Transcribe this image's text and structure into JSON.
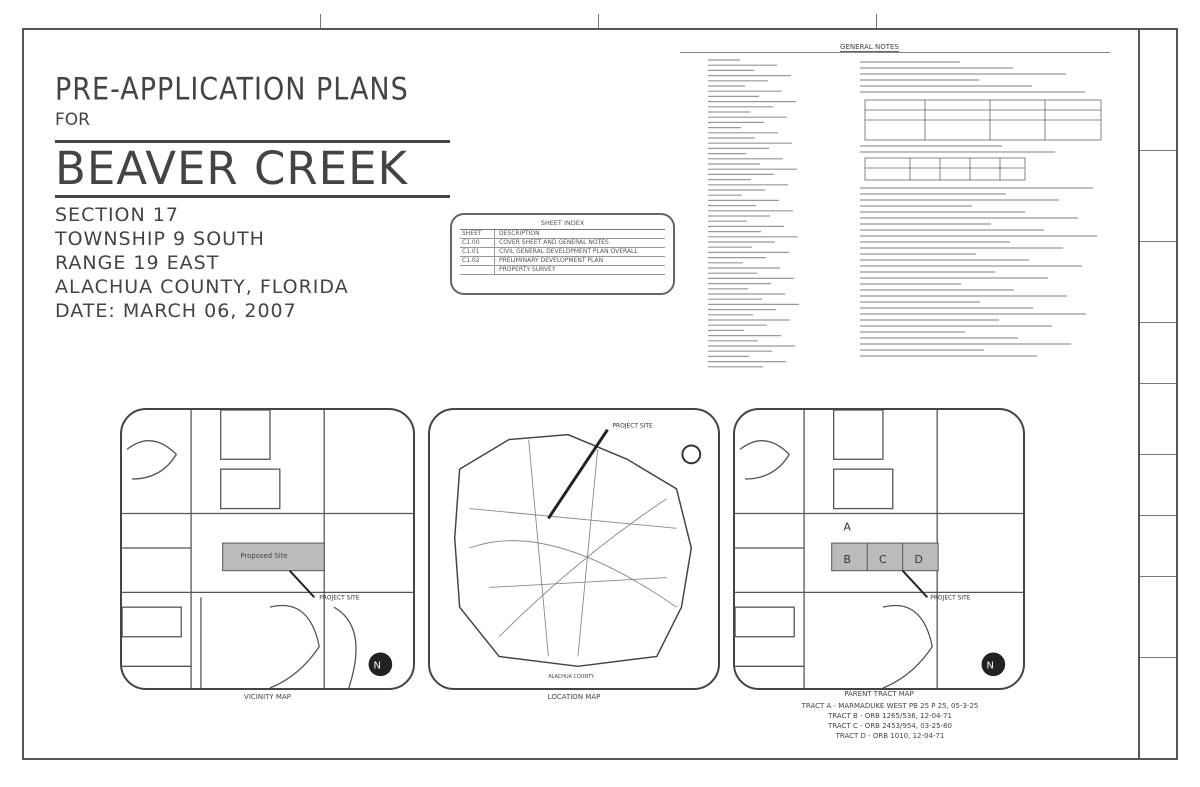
{
  "title": {
    "line1": "PRE-APPLICATION PLANS",
    "line2": "FOR",
    "project": "BEAVER CREEK",
    "details": [
      "SECTION 17",
      "TOWNSHIP 9 SOUTH",
      "RANGE 19 EAST",
      "ALACHUA COUNTY, FLORIDA",
      "DATE: MARCH 06, 2007"
    ]
  },
  "sheet_index": {
    "title": "SHEET INDEX",
    "headers": [
      "SHEET",
      "DESCRIPTION"
    ],
    "rows": [
      [
        "C1.00",
        "COVER SHEET AND GENERAL NOTES"
      ],
      [
        "C1.01",
        "CIVIL GENERAL DEVELOPMENT PLAN OVERALL"
      ],
      [
        "C1.02",
        "PRELIMINARY DEVELOPMENT PLAN"
      ],
      [
        "",
        "PROPERTY SURVEY"
      ]
    ]
  },
  "general_notes": {
    "title": "GENERAL NOTES"
  },
  "maps": {
    "vicinity": {
      "caption": "VICINITY MAP",
      "label": "PROJECT SITE",
      "site_text": "Proposed Site"
    },
    "location": {
      "caption": "LOCATION MAP",
      "label": "PROJECT SITE",
      "county": "ALACHUA COUNTY"
    },
    "parent": {
      "caption": "PARENT TRACT MAP",
      "label": "PROJECT SITE",
      "tract_letters": [
        "A",
        "B",
        "C",
        "D"
      ]
    }
  },
  "tracts": [
    "TRACT A - MARMADUKE WEST PB 25 P 25, 05-3-25",
    "TRACT B - ORB 1265/536, 12-04-71",
    "TRACT C - ORB 2453/954, 03-25-80",
    "TRACT D - ORB 1010, 12-04-71"
  ]
}
